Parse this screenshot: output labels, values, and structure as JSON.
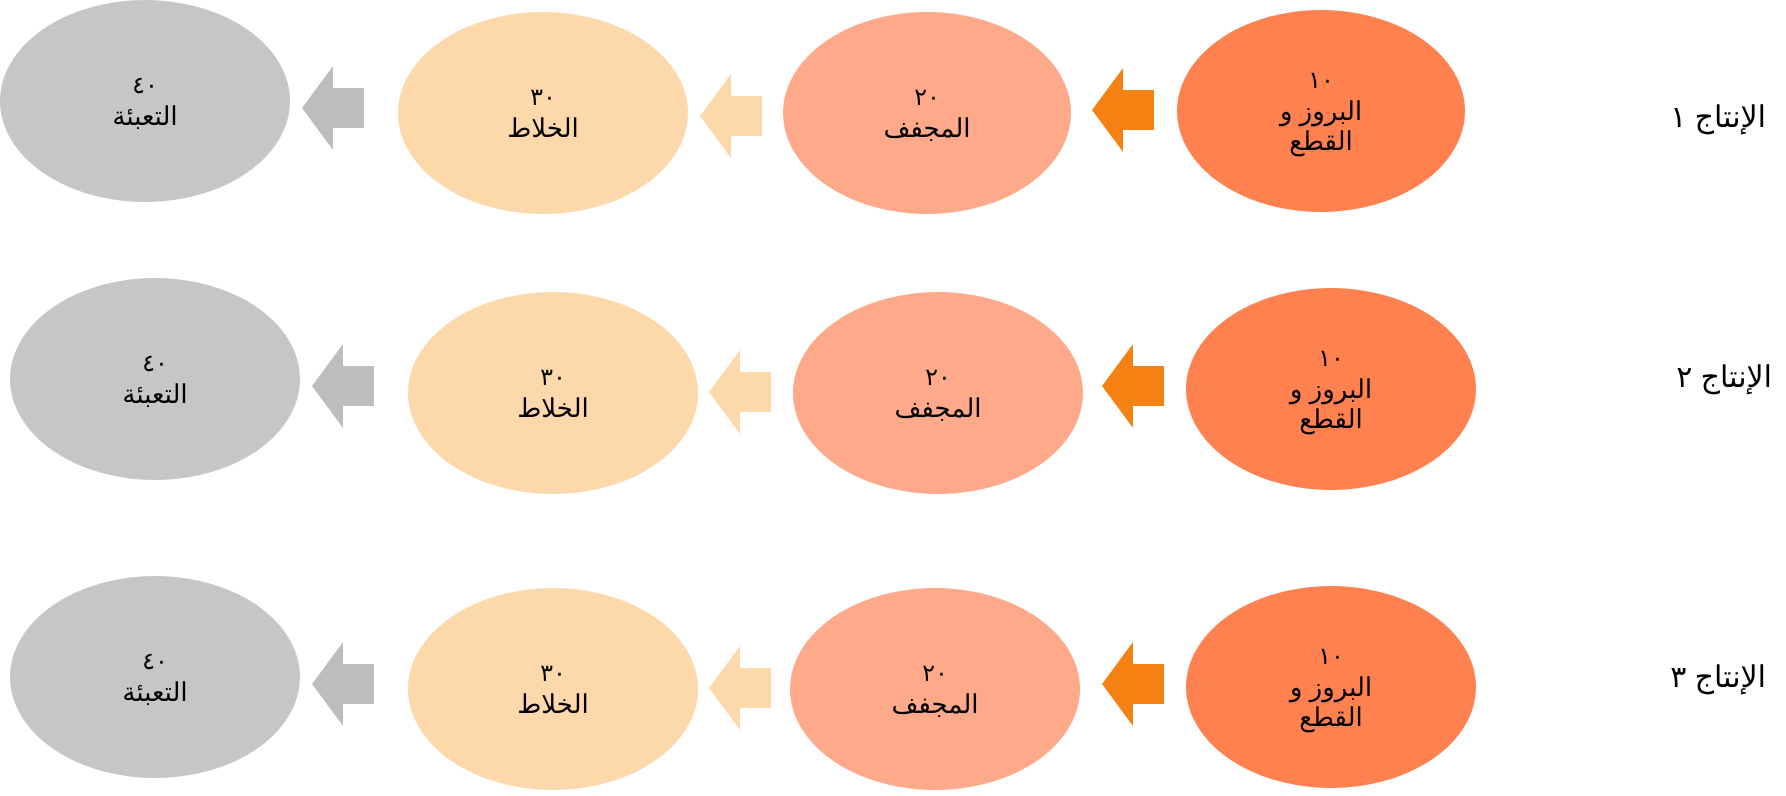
{
  "rows": [
    {
      "label": "الإنتاج ١",
      "steps": [
        {
          "number": "١٠",
          "name": "البروز و القطع",
          "color": "#ff8150"
        },
        {
          "number": "٢٠",
          "name": "المجفف",
          "color": "#fda98a"
        },
        {
          "number": "٣٠",
          "name": "الخلاط",
          "color": "#fdd8ab"
        },
        {
          "number": "٤٠",
          "name": "التعبئة",
          "color": "#c6c6c6"
        }
      ],
      "arrow_colors": [
        "#f58112",
        "#fdd8ab",
        "#bdbdbd"
      ]
    },
    {
      "label": "الإنتاج ٢",
      "steps": [
        {
          "number": "١٠",
          "name": "البروز و القطع",
          "color": "#ff8150"
        },
        {
          "number": "٢٠",
          "name": "المجفف",
          "color": "#fda98a"
        },
        {
          "number": "٣٠",
          "name": "الخلاط",
          "color": "#fdd8ab"
        },
        {
          "number": "٤٠",
          "name": "التعبئة",
          "color": "#c6c6c6"
        }
      ],
      "arrow_colors": [
        "#f58112",
        "#fdd8ab",
        "#bdbdbd"
      ]
    },
    {
      "label": "الإنتاج ٣",
      "steps": [
        {
          "number": "١٠",
          "name": "البروز و القطع",
          "color": "#ff8150"
        },
        {
          "number": "٢٠",
          "name": "المجفف",
          "color": "#fda98a"
        },
        {
          "number": "٣٠",
          "name": "الخلاط",
          "color": "#fdd8ab"
        },
        {
          "number": "٤٠",
          "name": "التعبئة",
          "color": "#c6c6c6"
        }
      ],
      "arrow_colors": [
        "#f58112",
        "#fdd8ab",
        "#bdbdbd"
      ]
    }
  ]
}
